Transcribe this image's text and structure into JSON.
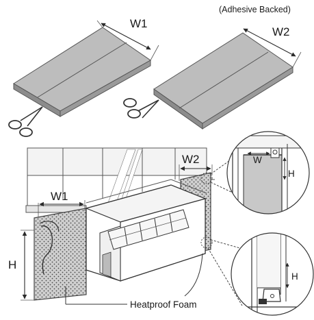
{
  "labels": {
    "adhesive_note": "(Adhesive Backed)",
    "w1_top": "W1",
    "w2_top": "W2",
    "w1_window": "W1",
    "w2_window": "W2",
    "h_left": "H",
    "foam": "Heatproof Foam",
    "w_detail": "W",
    "h_detail_top": "H",
    "h_detail_bottom": "H"
  },
  "colors": {
    "panel_top": "#bdbdbd",
    "panel_edge": "#8c8c8c",
    "foam_fill": "#c8c8c8",
    "ink": "#2a2a2a",
    "line": "#555555"
  }
}
